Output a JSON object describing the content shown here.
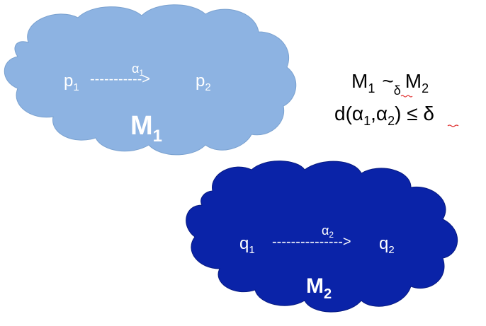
{
  "colors": {
    "cloud1_fill": "#8db3e2",
    "cloud1_stroke": "#7aa1cf",
    "cloud2_fill": "#0a23a8",
    "cloud2_stroke": "#071a80",
    "text_on_cloud": "#ffffff",
    "relation_text": "#000000",
    "squiggle": "#e03030"
  },
  "cloud1": {
    "start_symbol": "p",
    "start_index": "1",
    "end_symbol": "p",
    "end_index": "2",
    "path_symbol": "α",
    "path_index": "1",
    "arrow": "----------->",
    "label_symbol": "M",
    "label_index": "1"
  },
  "cloud2": {
    "start_symbol": "q",
    "start_index": "1",
    "end_symbol": "q",
    "end_index": "2",
    "path_symbol": "α",
    "path_index": "2",
    "arrow": "--------------->",
    "label_symbol": "M",
    "label_index": "2"
  },
  "relations": {
    "line1": {
      "lhs_symbol": "M",
      "lhs_index": "1",
      "tilde": "~",
      "tilde_index": "δ",
      "rhs_symbol": "M",
      "rhs_index": "2"
    },
    "line2": {
      "prefix": "d(α",
      "first_index": "1",
      "comma": ",α",
      "second_index": "2",
      "suffix": ") ≤ ",
      "bound": "δ"
    }
  }
}
